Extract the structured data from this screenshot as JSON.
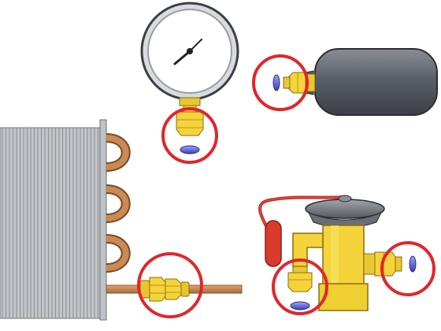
{
  "diagram": {
    "components": [
      {
        "id": "pressure-gauge",
        "icon": "pressure-gauge-icon"
      },
      {
        "id": "refrigerant-tank",
        "icon": "gas-cylinder-icon"
      },
      {
        "id": "condenser-coil",
        "icon": "condenser-coil-icon"
      },
      {
        "id": "expansion-valve",
        "icon": "expansion-valve-icon"
      }
    ],
    "highlights": [
      {
        "name": "gauge-flare-fitting",
        "icon": "flare-nut-icon"
      },
      {
        "name": "tank-flare-fitting",
        "icon": "flare-nut-icon"
      },
      {
        "name": "coil-union-fitting",
        "icon": "union-fitting-icon"
      },
      {
        "name": "valve-inlet-fitting",
        "icon": "flare-nut-icon"
      },
      {
        "name": "valve-outlet-fitting",
        "icon": "flare-nut-icon"
      }
    ],
    "colors": {
      "highlight_ring": "#e0262b",
      "brass": "#f4d43a",
      "brass_dark": "#c9a419",
      "copper": "#c98a55",
      "steel": "#555a61",
      "gasket": "#6a6fd8",
      "fin": "#b9bcc1",
      "bulb": "#d83a2c"
    }
  }
}
